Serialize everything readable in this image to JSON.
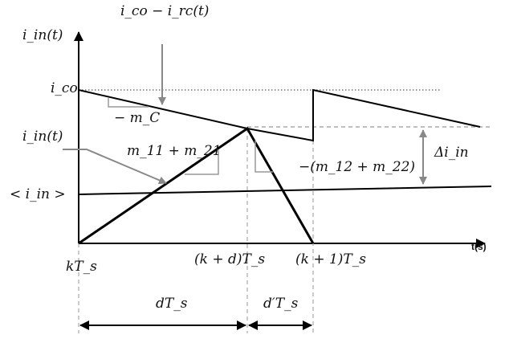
{
  "labels": {
    "y_axis": "i_in(t)",
    "x_axis": "t(s)",
    "ico_minus_irc": "i_co − i_rc(t)",
    "ico": "i_co",
    "slope_mc": "− m_C",
    "iin_pointer": "i_in(t)",
    "slope_rise": "m_11 + m_21",
    "slope_fall": "−(m_12 + m_22)",
    "avg": "< i_in >",
    "delta": "Δi_in",
    "kTs": "kT_s",
    "k_plus_d": "(k + d)T_s",
    "k_plus_1": "(k + 1)T_s",
    "dTs": "dT_s",
    "dprimeTs": "d′T_s"
  }
}
